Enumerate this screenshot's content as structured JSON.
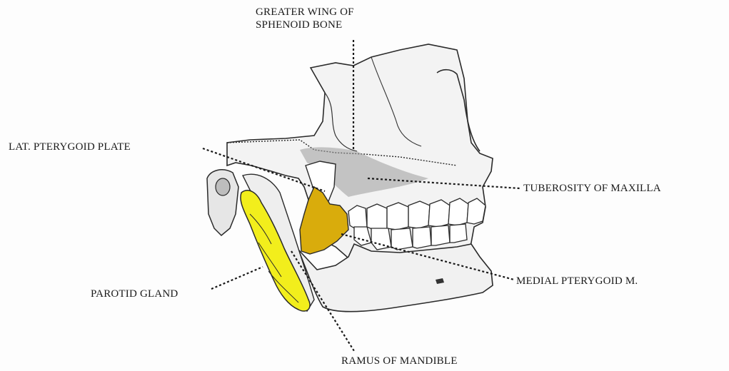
{
  "labels": {
    "greater_wing_line1": "GREATER WING OF",
    "greater_wing_line2": "SPHENOID BONE",
    "lat_pterygoid_plate": "LAT. PTERYGOID  PLATE",
    "tuberosity_of_maxilla": "TUBEROSITY OF MAXILLA",
    "medial_pterygoid": "MEDIAL PTERYGOID M.",
    "parotid_gland": "PAROTID GLAND",
    "ramus_of_mandible": "RAMUS OF MANDIBLE"
  },
  "colors": {
    "parotid_fill": "#f2ee1c",
    "medial_pterygoid_fill": "#d9ac0c",
    "outline": "#2a2a2a",
    "leader": "#1a1a1a",
    "bone_shade": "#eeeeee"
  }
}
